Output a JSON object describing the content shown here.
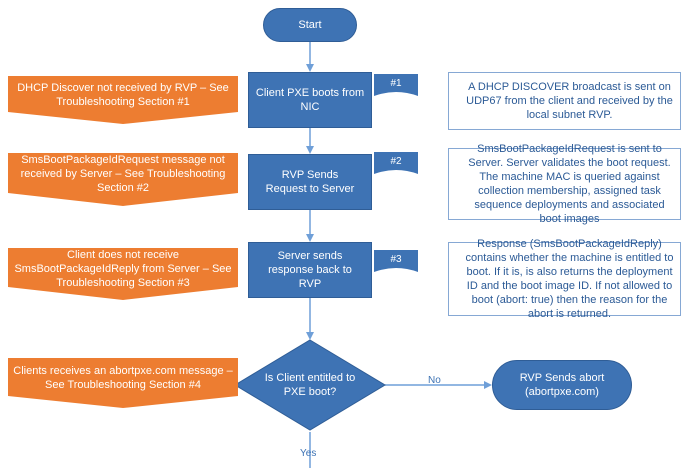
{
  "start": "Start",
  "steps": {
    "pxe_boot": "Client PXE boots from NIC",
    "rvp_request": "RVP Sends Request to Server",
    "server_response": "Server sends response back to RVP"
  },
  "decision": "Is Client entitled to PXE boot?",
  "abort": "RVP Sends abort (abortpxe.com)",
  "edges": {
    "no": "No",
    "yes": "Yes"
  },
  "tags": [
    "#1",
    "#2",
    "#3"
  ],
  "problems": [
    "DHCP Discover not received by RVP – See Troubleshooting Section #1",
    "SmsBootPackageIdRequest message not received by Server – See Troubleshooting Section #2",
    "Client does not receive SmsBootPackageIdReply from Server – See Troubleshooting Section #3",
    "Clients receives an abortpxe.com message – See Troubleshooting Section #4"
  ],
  "notes": [
    "A DHCP DISCOVER broadcast is sent on UDP67 from the client and received by the local subnet RVP.",
    "SmsBootPackageIdRequest is sent to Server. Server validates the boot request. The machine MAC is queried against collection membership, assigned task sequence deployments and associated boot images",
    "Response (SmsBootPackageIdReply) contains whether the machine is entitled to boot. If it is, is also returns the deployment ID and the boot image ID. If not allowed to boot (abort: true) then the reason for the abort is returned."
  ],
  "colors": {
    "blue": "#3e73b4",
    "orange": "#ed7d31",
    "note_text": "#2b5a96",
    "connector": "#6f9fd8"
  }
}
